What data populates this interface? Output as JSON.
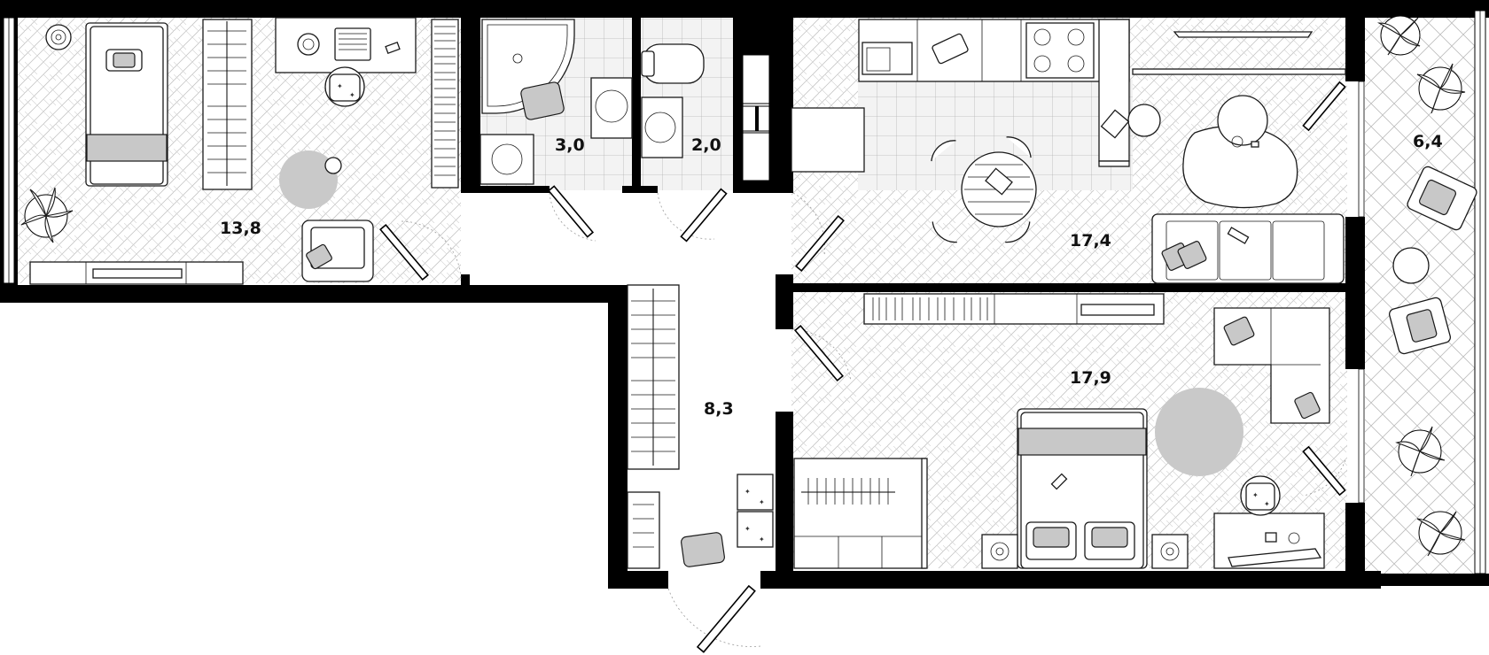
{
  "areas": {
    "bedroom_small": "13,8",
    "bathroom": "3,0",
    "toilet": "2,0",
    "kitchen_living": "17,4",
    "balcony": "6,4",
    "hallway": "8,3",
    "bedroom_large": "17,9"
  },
  "colors": {
    "wall": "#000000",
    "floor_pattern": "#bdbdbd",
    "tile_grid": "#b5b5b5",
    "rug": "#c9c9c9"
  }
}
